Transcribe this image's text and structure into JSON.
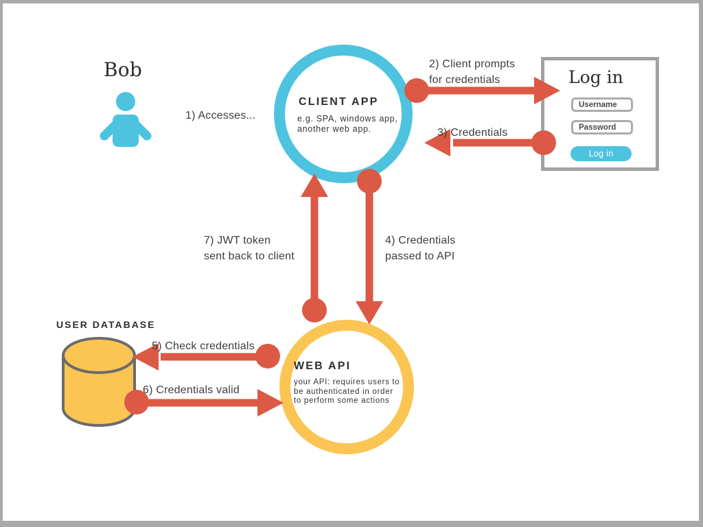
{
  "actors": {
    "bob": {
      "label": "Bob",
      "icon": "person-icon"
    },
    "client_app": {
      "title": "CLIENT APP",
      "desc_line1": "e.g. SPA, windows app,",
      "desc_line2": "another web app."
    },
    "web_api": {
      "title": "WEB API",
      "desc_line1": "your API: requires users to",
      "desc_line2": "be authenticated in order",
      "desc_line3": "to perform some actions"
    },
    "user_database": {
      "title": "USER DATABASE",
      "icon": "database-icon"
    }
  },
  "steps": {
    "s1": {
      "line1": "1) Accesses..."
    },
    "s2": {
      "line1": "2) Client prompts",
      "line2": "for credentials"
    },
    "s3": {
      "line1": "3) Credentials"
    },
    "s4": {
      "line1": "4) Credentials",
      "line2": "passed to API"
    },
    "s5": {
      "line1": "5) Check credentials"
    },
    "s6": {
      "line1": "6) Credentials valid"
    },
    "s7": {
      "line1": "7) JWT token",
      "line2": "sent back to client"
    }
  },
  "login_form": {
    "title": "Log in",
    "username_placeholder": "Username",
    "password_placeholder": "Password",
    "button_label": "Log in"
  },
  "colors": {
    "cyan": "#4ec3df",
    "yellow": "#fbc553",
    "red": "#db5945",
    "frame_gray": "#a9a9a9",
    "login_border_gray": "#a2a2a2",
    "cylinder_stroke_gray": "#6b6b6b",
    "text_dark": "#3d3d3d"
  }
}
